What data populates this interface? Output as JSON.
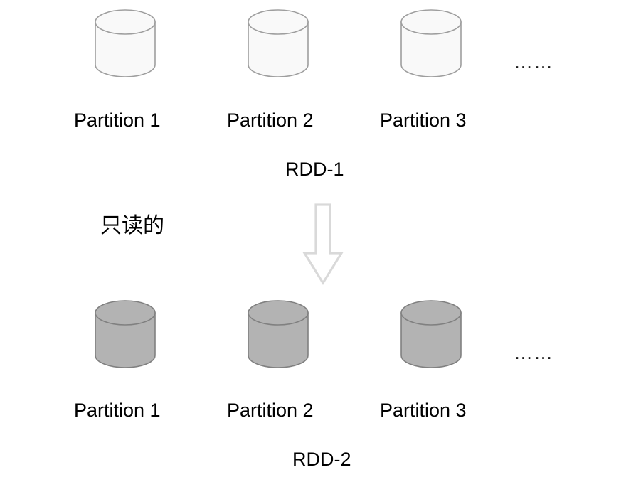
{
  "diagram": {
    "title": "RDD partition transformation diagram",
    "background_color": "#ffffff",
    "annotation": {
      "text": "只读的",
      "meaning": "read-only"
    },
    "arrow": {
      "direction": "down",
      "stroke_color": "#d9d9d9",
      "fill_color": "none"
    },
    "rows": [
      {
        "id": "rdd-1",
        "rdd_label": "RDD-1",
        "cylinder_fill": "#f9f9f9",
        "cylinder_stroke": "#9e9e9e",
        "ellipsis": "……",
        "partitions": [
          {
            "label": "Partition 1"
          },
          {
            "label": "Partition 2"
          },
          {
            "label": "Partition 3"
          }
        ]
      },
      {
        "id": "rdd-2",
        "rdd_label": "RDD-2",
        "cylinder_fill": "#b3b3b3",
        "cylinder_stroke": "#808080",
        "ellipsis": "……",
        "partitions": [
          {
            "label": "Partition 1"
          },
          {
            "label": "Partition 2"
          },
          {
            "label": "Partition 3"
          }
        ]
      }
    ]
  }
}
